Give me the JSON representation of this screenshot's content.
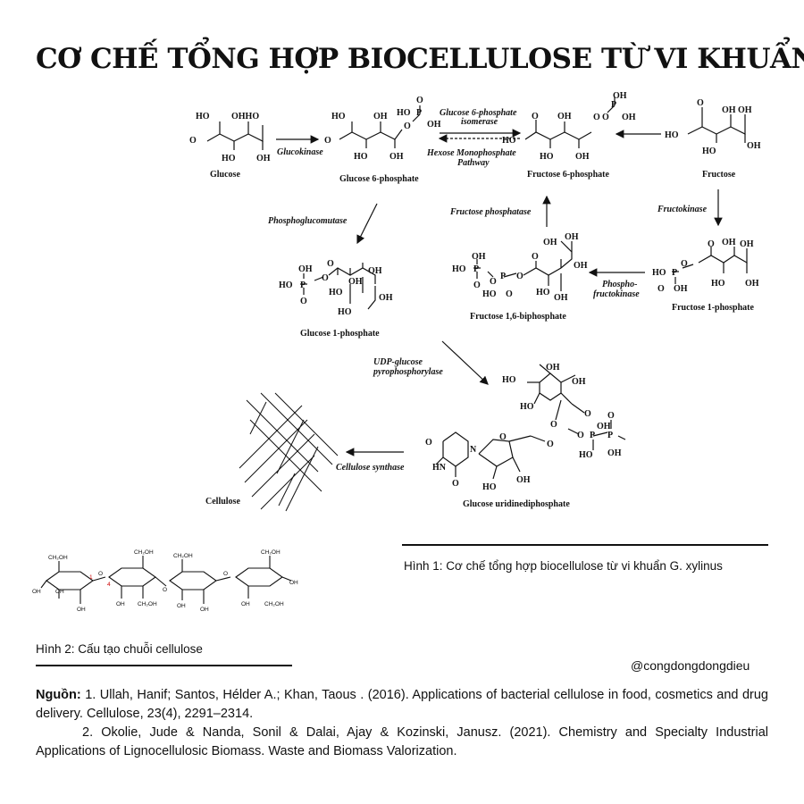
{
  "title": "CƠ CHẾ TỔNG HỢP BIOCELLULOSE TỪ VI KHUẨN",
  "compounds": {
    "glucose": "Glucose",
    "glucose_6_phosphate": "Glucose 6-phosphate",
    "fructose_6_phosphate": "Fructose 6-phosphate",
    "fructose": "Fructose",
    "glucose_1_phosphate": "Glucose 1-phosphate",
    "fructose_1_6_biphosphate": "Fructose 1,6-biphosphate",
    "fructose_1_phosphate": "Fructose 1-phosphate",
    "udp_glucose": "Glucose uridinediphosphate",
    "cellulose": "Cellulose"
  },
  "enzymes": {
    "glucokinase": "Glucokinase",
    "isomerase_1": "Glucose 6-phosphate",
    "isomerase_2": "isomerase",
    "hmp_1": "Hexose Monophosphate",
    "hmp_2": "Pathway",
    "phosphoglucomutase": "Phosphoglucomutase",
    "fructose_phosphatase": "Fructose phosphatase",
    "fructokinase": "Fructokinase",
    "phosphofructokinase_1": "Phospho-",
    "phosphofructokinase_2": "fructokinase",
    "udp_1": "UDP-glucose",
    "udp_2": "pyrophosphorylase",
    "cellulose_synthase": "Cellulose synthase"
  },
  "captions": {
    "figure1": "Hình 1: Cơ chế tổng hợp biocellulose từ vi khuẩn G. xylinus",
    "figure2": "Hình 2: Cấu tạo chuỗi cellulose"
  },
  "handle": "@congdongdongdieu",
  "sources": {
    "heading": "Nguồn:",
    "ref1": "1. Ullah, Hanif; Santos, Hélder A.; Khan, Taous . (2016). Applications of bacterial cellulose in food, cosmetics and drug delivery. Cellulose, 23(4), 2291–2314.",
    "ref2": "2. Okolie, Jude & Nanda, Sonil & Dalai, Ajay & Kozinski, Janusz. (2021). Chemistry and Specialty Industrial Applications of Lignocellulosic Biomass. Waste and Biomass Valorization."
  },
  "atoms": {
    "ho": "HO",
    "oh": "OH",
    "o": "O",
    "p": "P",
    "n": "N",
    "hn": "HN",
    "ch2oh": "CH₂OH",
    "bond_1": "1",
    "bond_4": "4"
  }
}
